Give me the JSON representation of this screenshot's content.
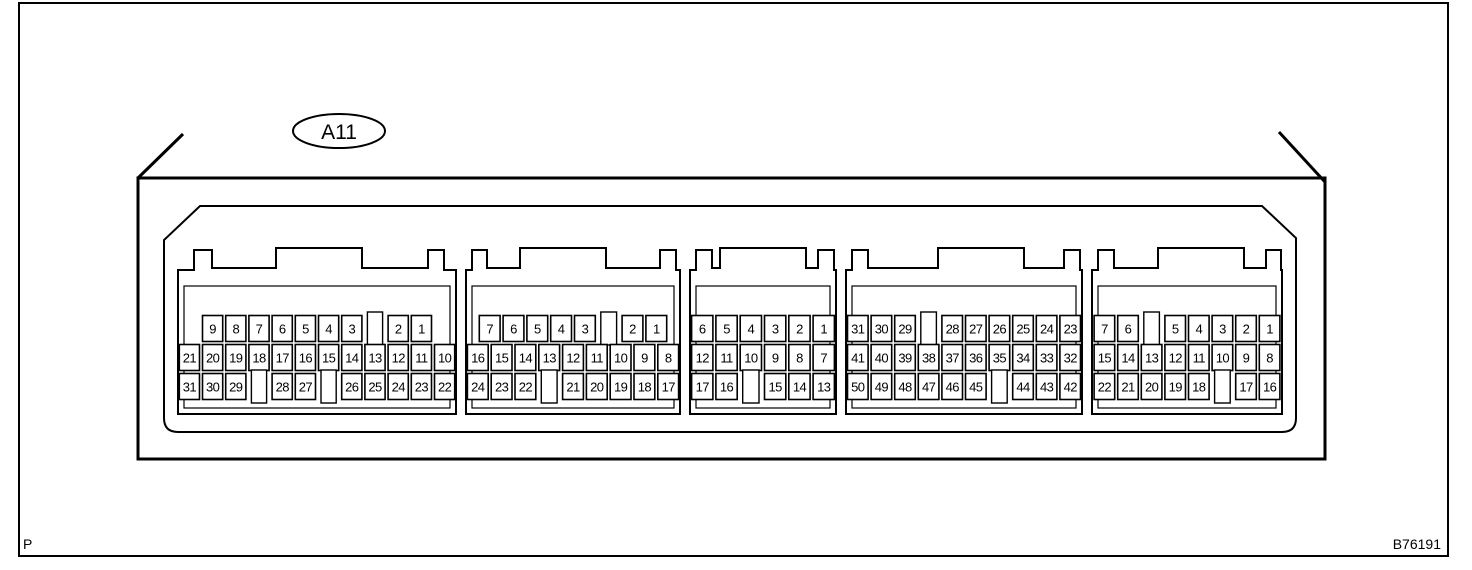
{
  "connector_label": "A11",
  "corner_label": "P",
  "figure_code": "B76191",
  "blocks": [
    {
      "name": "block-1",
      "rows": [
        [
          "9",
          "8",
          "7",
          "6",
          "5",
          "4",
          "3",
          "",
          "2",
          "1"
        ],
        [
          "21",
          "20",
          "19",
          "18",
          "17",
          "16",
          "15",
          "14",
          "13",
          "12",
          "11",
          "10"
        ],
        [
          "31",
          "30",
          "29",
          "",
          "28",
          "27",
          "",
          "26",
          "25",
          "24",
          "23",
          "22"
        ]
      ]
    },
    {
      "name": "block-2",
      "rows": [
        [
          "7",
          "6",
          "5",
          "4",
          "3",
          "",
          "2",
          "1"
        ],
        [
          "16",
          "15",
          "14",
          "13",
          "12",
          "11",
          "10",
          "9",
          "8"
        ],
        [
          "24",
          "23",
          "22",
          "",
          "21",
          "20",
          "19",
          "18",
          "17"
        ]
      ]
    },
    {
      "name": "block-3",
      "rows": [
        [
          "6",
          "5",
          "4",
          "3",
          "2",
          "1"
        ],
        [
          "12",
          "11",
          "10",
          "9",
          "8",
          "7"
        ],
        [
          "17",
          "16",
          "",
          "15",
          "14",
          "13"
        ]
      ]
    },
    {
      "name": "block-4",
      "rows": [
        [
          "31",
          "30",
          "29",
          "",
          "28",
          "27",
          "26",
          "25",
          "24",
          "23"
        ],
        [
          "41",
          "40",
          "39",
          "38",
          "37",
          "36",
          "35",
          "34",
          "33",
          "32"
        ],
        [
          "50",
          "49",
          "48",
          "47",
          "46",
          "45",
          "",
          "44",
          "43",
          "42"
        ]
      ]
    },
    {
      "name": "block-5",
      "rows": [
        [
          "7",
          "6",
          "",
          "5",
          "4",
          "3",
          "2",
          "1"
        ],
        [
          "15",
          "14",
          "13",
          "12",
          "11",
          "10",
          "9",
          "8"
        ],
        [
          "22",
          "21",
          "20",
          "19",
          "18",
          "",
          "17",
          "16"
        ]
      ]
    }
  ]
}
